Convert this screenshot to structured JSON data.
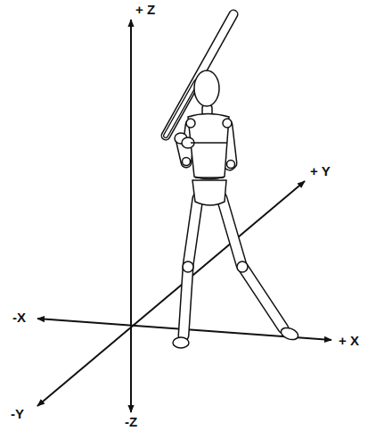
{
  "diagram": {
    "labels": [
      "+ Z",
      "-Z",
      "-X",
      "+ X",
      "+ Y",
      "-Y"
    ]
  }
}
